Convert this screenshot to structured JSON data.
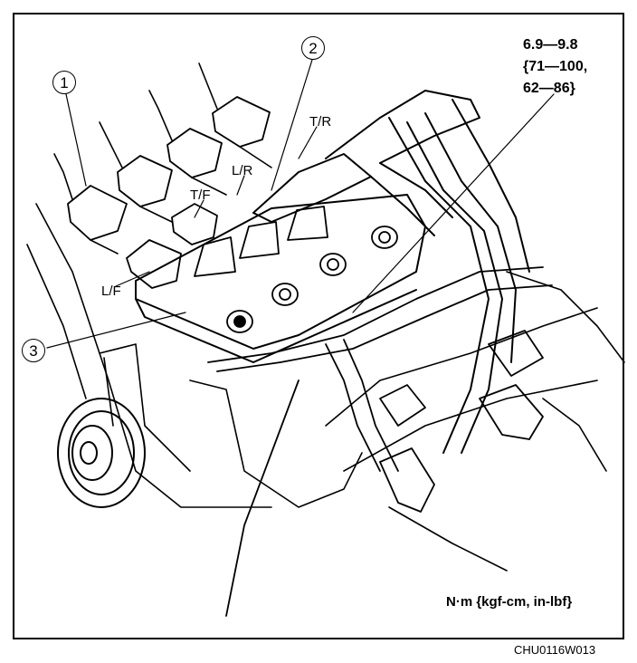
{
  "callouts": [
    "1",
    "2",
    "3"
  ],
  "wire_labels": {
    "tr": "T/R",
    "lr": "L/R",
    "tf": "T/F",
    "lf": "L/F"
  },
  "torque": {
    "line1": "6.9—9.8",
    "line2": "{71—100,",
    "line3": "62—86}"
  },
  "units": "N·m {kgf-cm, in-lbf}",
  "figure_code": "CHU0116W013"
}
